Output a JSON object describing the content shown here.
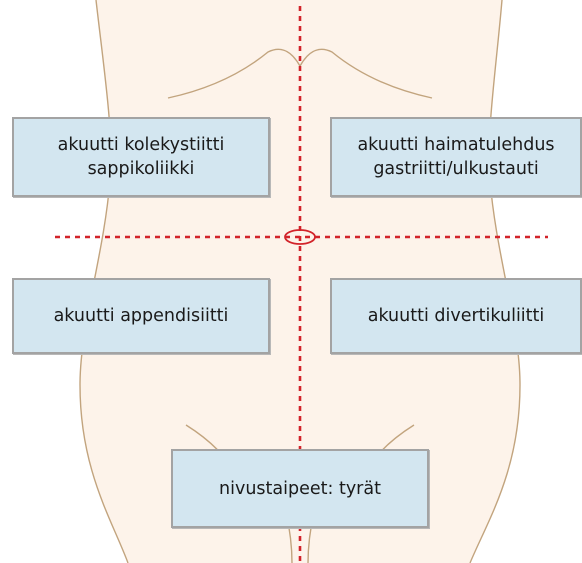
{
  "colors": {
    "skin": "#fdf3ea",
    "outline": "#c2a47e",
    "guide_line": "#d2232a",
    "box_fill": "#d3e6f0",
    "box_border": "#a3a3a3"
  },
  "regions": {
    "right_upper": {
      "line1": "akuutti kolekystiitti",
      "line2": "sappikoliikki"
    },
    "left_upper": {
      "line1": "akuutti haimatulehdus",
      "line2": "gastriitti/ulkustauti"
    },
    "right_lower": {
      "line1": "akuutti appendisiitti"
    },
    "left_lower": {
      "line1": "akuutti divertikuliitti"
    },
    "groin": {
      "line1": "nivustaipeet: tyrät"
    }
  }
}
